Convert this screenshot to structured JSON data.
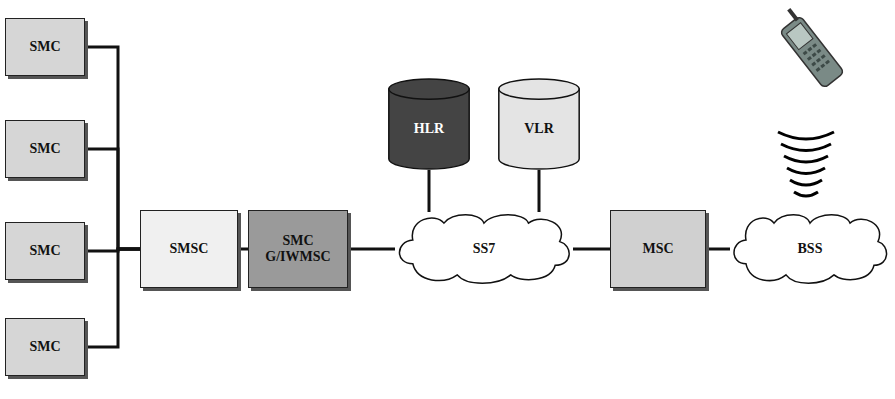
{
  "diagram": {
    "nodes": [
      {
        "text": [
          "SMC"
        ]
      },
      {
        "text": [
          "SMC"
        ]
      },
      {
        "text": [
          "SMC"
        ]
      },
      {
        "text": [
          "SMC"
        ]
      },
      {
        "text": [
          "SMSC"
        ]
      },
      {
        "text": [
          "SMC G/IWMSC"
        ]
      },
      {
        "text": [
          "HLR"
        ]
      },
      {
        "text": [
          "VLR"
        ]
      },
      {
        "text": [
          "SS7"
        ]
      },
      {
        "text": [
          "MSC"
        ]
      },
      {
        "text": [
          "BSS"
        ]
      }
    ],
    "edges": [
      {
        "from": 0,
        "to": 4,
        "arrow": "none"
      },
      {
        "from": 1,
        "to": 4,
        "arrow": "none"
      },
      {
        "from": 2,
        "to": 4,
        "arrow": "none"
      },
      {
        "from": 3,
        "to": 4,
        "arrow": "none"
      },
      {
        "from": 4,
        "to": 5,
        "arrow": "none"
      },
      {
        "from": 5,
        "to": 8,
        "arrow": "none"
      },
      {
        "from": 6,
        "to": 8,
        "arrow": "none"
      },
      {
        "from": 7,
        "to": 8,
        "arrow": "none"
      },
      {
        "from": 8,
        "to": 9,
        "arrow": "none"
      },
      {
        "from": 9,
        "to": 10,
        "arrow": "none"
      }
    ]
  }
}
